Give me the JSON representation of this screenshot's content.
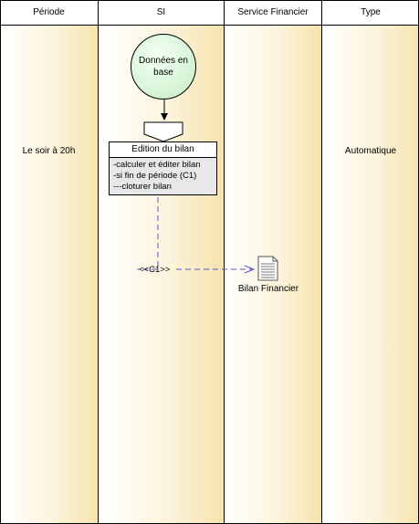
{
  "lanes": [
    {
      "header": "Période",
      "text": "Le soir à 20h"
    },
    {
      "header": "SI",
      "text": ""
    },
    {
      "header": "Service Financier",
      "text": ""
    },
    {
      "header": "Type",
      "text": "Automatique"
    }
  ],
  "start_node": {
    "label": "Données en base"
  },
  "activity": {
    "title": "Edition du bilan",
    "lines": [
      "-calculer et éditer bilan",
      "-si fin de période (C1)",
      "---cloturer bilan"
    ]
  },
  "flow": {
    "label": "<<C1>>"
  },
  "document": {
    "label": "Bilan Financier",
    "icon": "document-icon"
  },
  "colors": {
    "lane_fill": "#f6e3ad",
    "start_fill": "#d8f5d8",
    "activity_fill": "#e8e8e8",
    "flow_line": "#5555cc"
  }
}
